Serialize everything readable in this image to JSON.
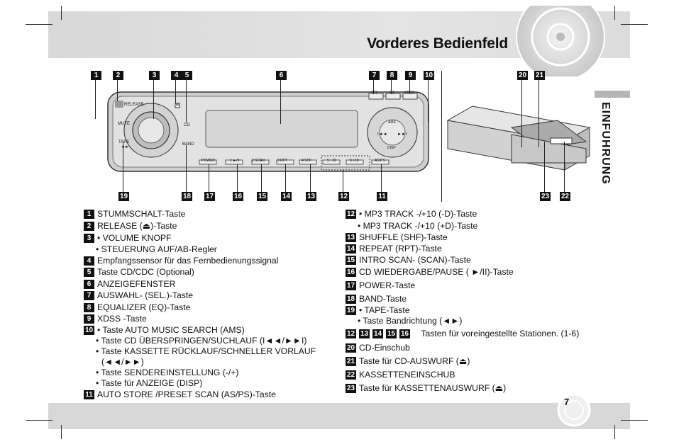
{
  "page": {
    "title": "Vorderes Bedienfeld",
    "side_tab": "EINFUHRUNG",
    "page_number": "7"
  },
  "panel": {
    "release_label": "RELEASE",
    "mute_label": "MUTE",
    "cd_label": "CD",
    "band_label": "BAND",
    "tape_label": "TAPE",
    "tape_arrows": "◄►",
    "ir_label": "R",
    "sel_label": "SEL",
    "eq_label": "EQ",
    "xdss_label": "XDSS",
    "ams_label": "AMS",
    "disp_label": "DISP",
    "prev_label": "I◄◄",
    "next_label": "►►I",
    "power_label": "POWER",
    "preset1_label": "1  ►/II",
    "preset2_label": "2  SCAN",
    "preset3_label": "3  RPT",
    "preset4_label": "4  SHF",
    "preset5_label": "5  −10",
    "preset6_label": "6  +10",
    "asps_label": "AS/PS"
  },
  "callouts_top": [
    "1",
    "2",
    "3",
    "4",
    "5",
    "6",
    "7",
    "8",
    "9",
    "10",
    "20",
    "21"
  ],
  "callouts_bottom": [
    "19",
    "18",
    "17",
    "16",
    "15",
    "14",
    "13",
    "12",
    "11",
    "23",
    "22"
  ],
  "legend_left": [
    {
      "num": "1",
      "lines": [
        "STUMMSCHALT-Taste"
      ]
    },
    {
      "num": "2",
      "lines": [
        "RELEASE (⏏)-Taste"
      ]
    },
    {
      "num": "3",
      "lines": [
        "• VOLUME KNOPF",
        "• STEUERUNG AUF/AB-Regler"
      ]
    },
    {
      "num": "4",
      "lines": [
        "Empfangssensor für das Fernbedienungssignal"
      ]
    },
    {
      "num": "5",
      "lines": [
        "Taste CD/CDC (Optional)"
      ]
    },
    {
      "num": "6",
      "lines": [
        "ANZEIGEFENSTER"
      ]
    },
    {
      "num": "7",
      "lines": [
        "AUSWAHL- (SEL.)-Taste"
      ]
    },
    {
      "num": "8",
      "lines": [
        "EQUALIZER (EQ)-Taste"
      ]
    },
    {
      "num": "9",
      "lines": [
        "XDSS -Taste"
      ]
    },
    {
      "num": "10",
      "lines": [
        "• Taste AUTO MUSIC SEARCH (AMS)",
        "• Taste CD ÜBERSPRINGEN/SUCHLAUF (I◄◄/►►I)",
        "• Taste KASSETTE RÜCKLAUF/SCHNELLER VORLAUF",
        "(◄◄/►►)",
        "• Taste SENDEREINSTELLUNG (-/+)",
        "• Taste für ANZEIGE (DISP)"
      ]
    },
    {
      "num": "11",
      "lines": [
        "AUTO STORE /PRESET SCAN (AS/PS)-Taste"
      ]
    }
  ],
  "legend_right": [
    {
      "num": "12",
      "lines": [
        "• MP3 TRACK -/+10 (-D)-Taste",
        "• MP3 TRACK -/+10 (+D)-Taste"
      ]
    },
    {
      "num": "13",
      "lines": [
        "SHUFFLE (SHF)-Taste"
      ]
    },
    {
      "num": "14",
      "lines": [
        "REPEAT (RPT)-Taste"
      ]
    },
    {
      "num": "15",
      "lines": [
        "INTRO SCAN- (SCAN)-Taste"
      ]
    },
    {
      "num": "16",
      "lines": [
        "CD WIEDERGABE/PAUSE ( ►/II)-Taste"
      ]
    },
    {
      "num": "17",
      "lines": [
        "POWER-Taste"
      ]
    },
    {
      "num": "18",
      "lines": [
        "BAND-Taste"
      ]
    },
    {
      "num": "19",
      "lines": [
        "• TAPE-Taste",
        "• Taste Bandrichtung (◄►)"
      ]
    },
    {
      "nums": [
        "12",
        "13",
        "14",
        "15",
        "16"
      ],
      "lines": [
        "Tasten für voreingestellte Stationen. (1-6)"
      ]
    },
    {
      "num": "20",
      "lines": [
        "CD-Einschub"
      ]
    },
    {
      "num": "21",
      "lines": [
        "Taste für CD-AUSWURF (⏏)"
      ]
    },
    {
      "num": "22",
      "lines": [
        "KASSETTENEINSCHUB"
      ]
    },
    {
      "num": "23",
      "lines": [
        "Taste für KASSETTENAUSWURF (⏏)"
      ]
    }
  ]
}
